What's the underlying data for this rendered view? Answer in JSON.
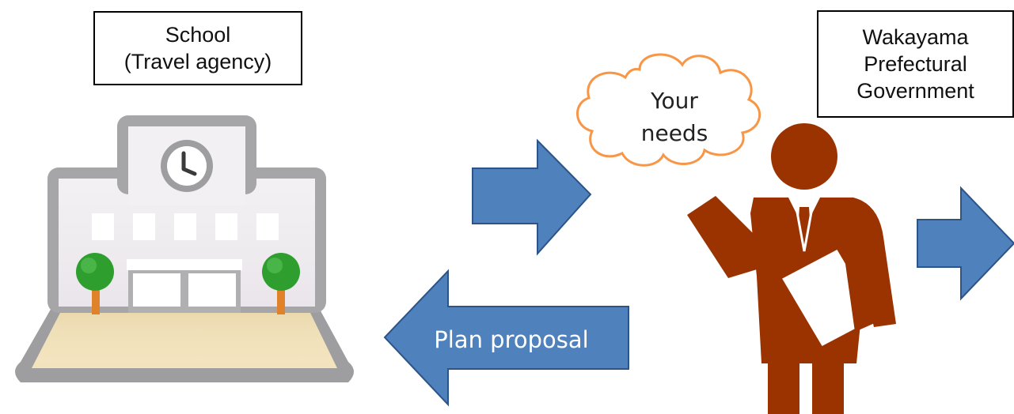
{
  "labels": {
    "school": "School\n(Travel agency)",
    "government": "Wakayama\nPrefectural\nGovernment",
    "needs": [
      "Your",
      "needs"
    ],
    "plan_proposal": "Plan proposal"
  },
  "colors": {
    "arrow_fill": "#4f81bd",
    "arrow_stroke": "#2c5487",
    "person": "#9a3300",
    "cloud_stroke": "#f79646"
  },
  "icons": {
    "school": "school-building-icon",
    "person": "presenter-person-icon",
    "clock": "clock-icon"
  }
}
